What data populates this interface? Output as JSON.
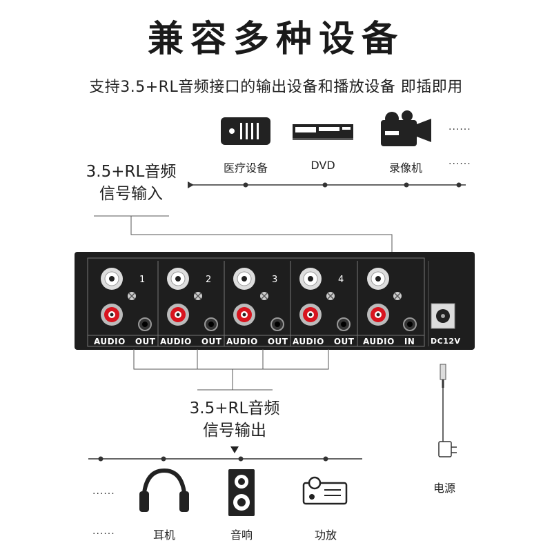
{
  "header": {
    "title": "兼容多种设备",
    "subtitle": "支持3.5+RL音频接口的输出设备和播放设备 即插即用"
  },
  "input_sources": {
    "devices": [
      {
        "label": "医疗设备",
        "icon": "medical-device-icon"
      },
      {
        "label": "DVD",
        "icon": "dvd-player-icon"
      },
      {
        "label": "录像机",
        "icon": "video-camera-icon"
      }
    ],
    "more": "......"
  },
  "input_label": {
    "line1": "3.5+RL音频",
    "line2": "信号输入"
  },
  "output_label": {
    "line1": "3.5+RL音频",
    "line2": "信号输出"
  },
  "device_panel": {
    "ports": [
      {
        "number": "1",
        "label": "AUDIO   OUT"
      },
      {
        "number": "2",
        "label": "AUDIO   OUT"
      },
      {
        "number": "3",
        "label": "AUDIO   OUT"
      },
      {
        "number": "4",
        "label": "AUDIO   OUT"
      },
      {
        "number": "",
        "label": "AUDIO   IN"
      }
    ],
    "power_port": "DC12V"
  },
  "power": {
    "label": "电源",
    "icon": "power-adapter-icon"
  },
  "output_devices": {
    "devices": [
      {
        "label": "耳机",
        "icon": "headphones-icon"
      },
      {
        "label": "音响",
        "icon": "speaker-icon"
      },
      {
        "label": "功放",
        "icon": "amplifier-icon"
      }
    ],
    "more": "......"
  },
  "colors": {
    "panel": "#1e1e1e",
    "rca_red": "#d8141e",
    "rca_white": "#e8e8e8",
    "text": "#222222"
  }
}
